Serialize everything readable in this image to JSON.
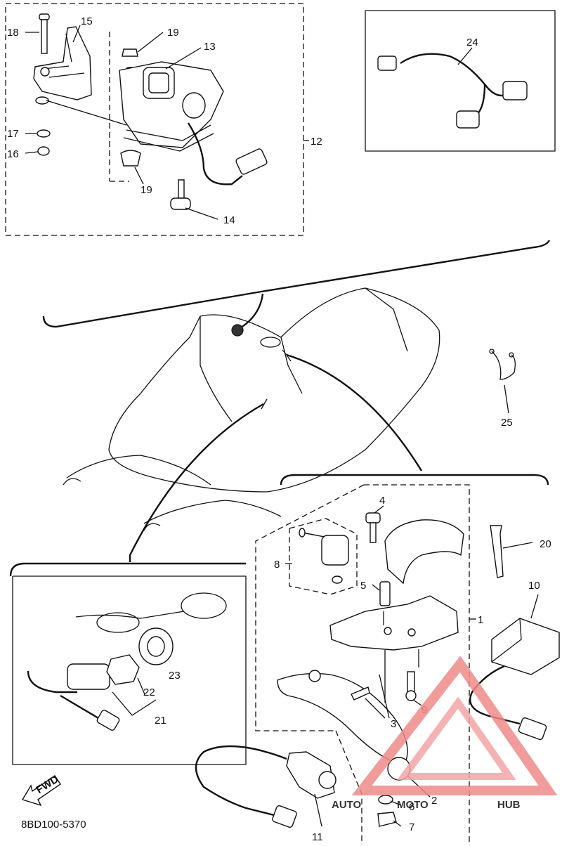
{
  "diagram": {
    "code": "8BD100-5370",
    "fwd": "FWD",
    "callouts": {
      "c1": "1",
      "c2": "2",
      "c3": "3",
      "c4": "4",
      "c5": "5",
      "c6": "6",
      "c7": "7",
      "c8": "8",
      "c9": "9",
      "c10": "10",
      "c11": "11",
      "c12": "12",
      "c13": "13",
      "c14": "14",
      "c15": "15",
      "c16": "16",
      "c17": "17",
      "c18": "18",
      "c19a": "19",
      "c19b": "19",
      "c20": "20",
      "c21": "21",
      "c22": "22",
      "c23": "23",
      "c24": "24",
      "c25": "25"
    }
  },
  "watermark": {
    "auto": "AUTO",
    "moto": "MOTO",
    "hub": "HUB"
  }
}
